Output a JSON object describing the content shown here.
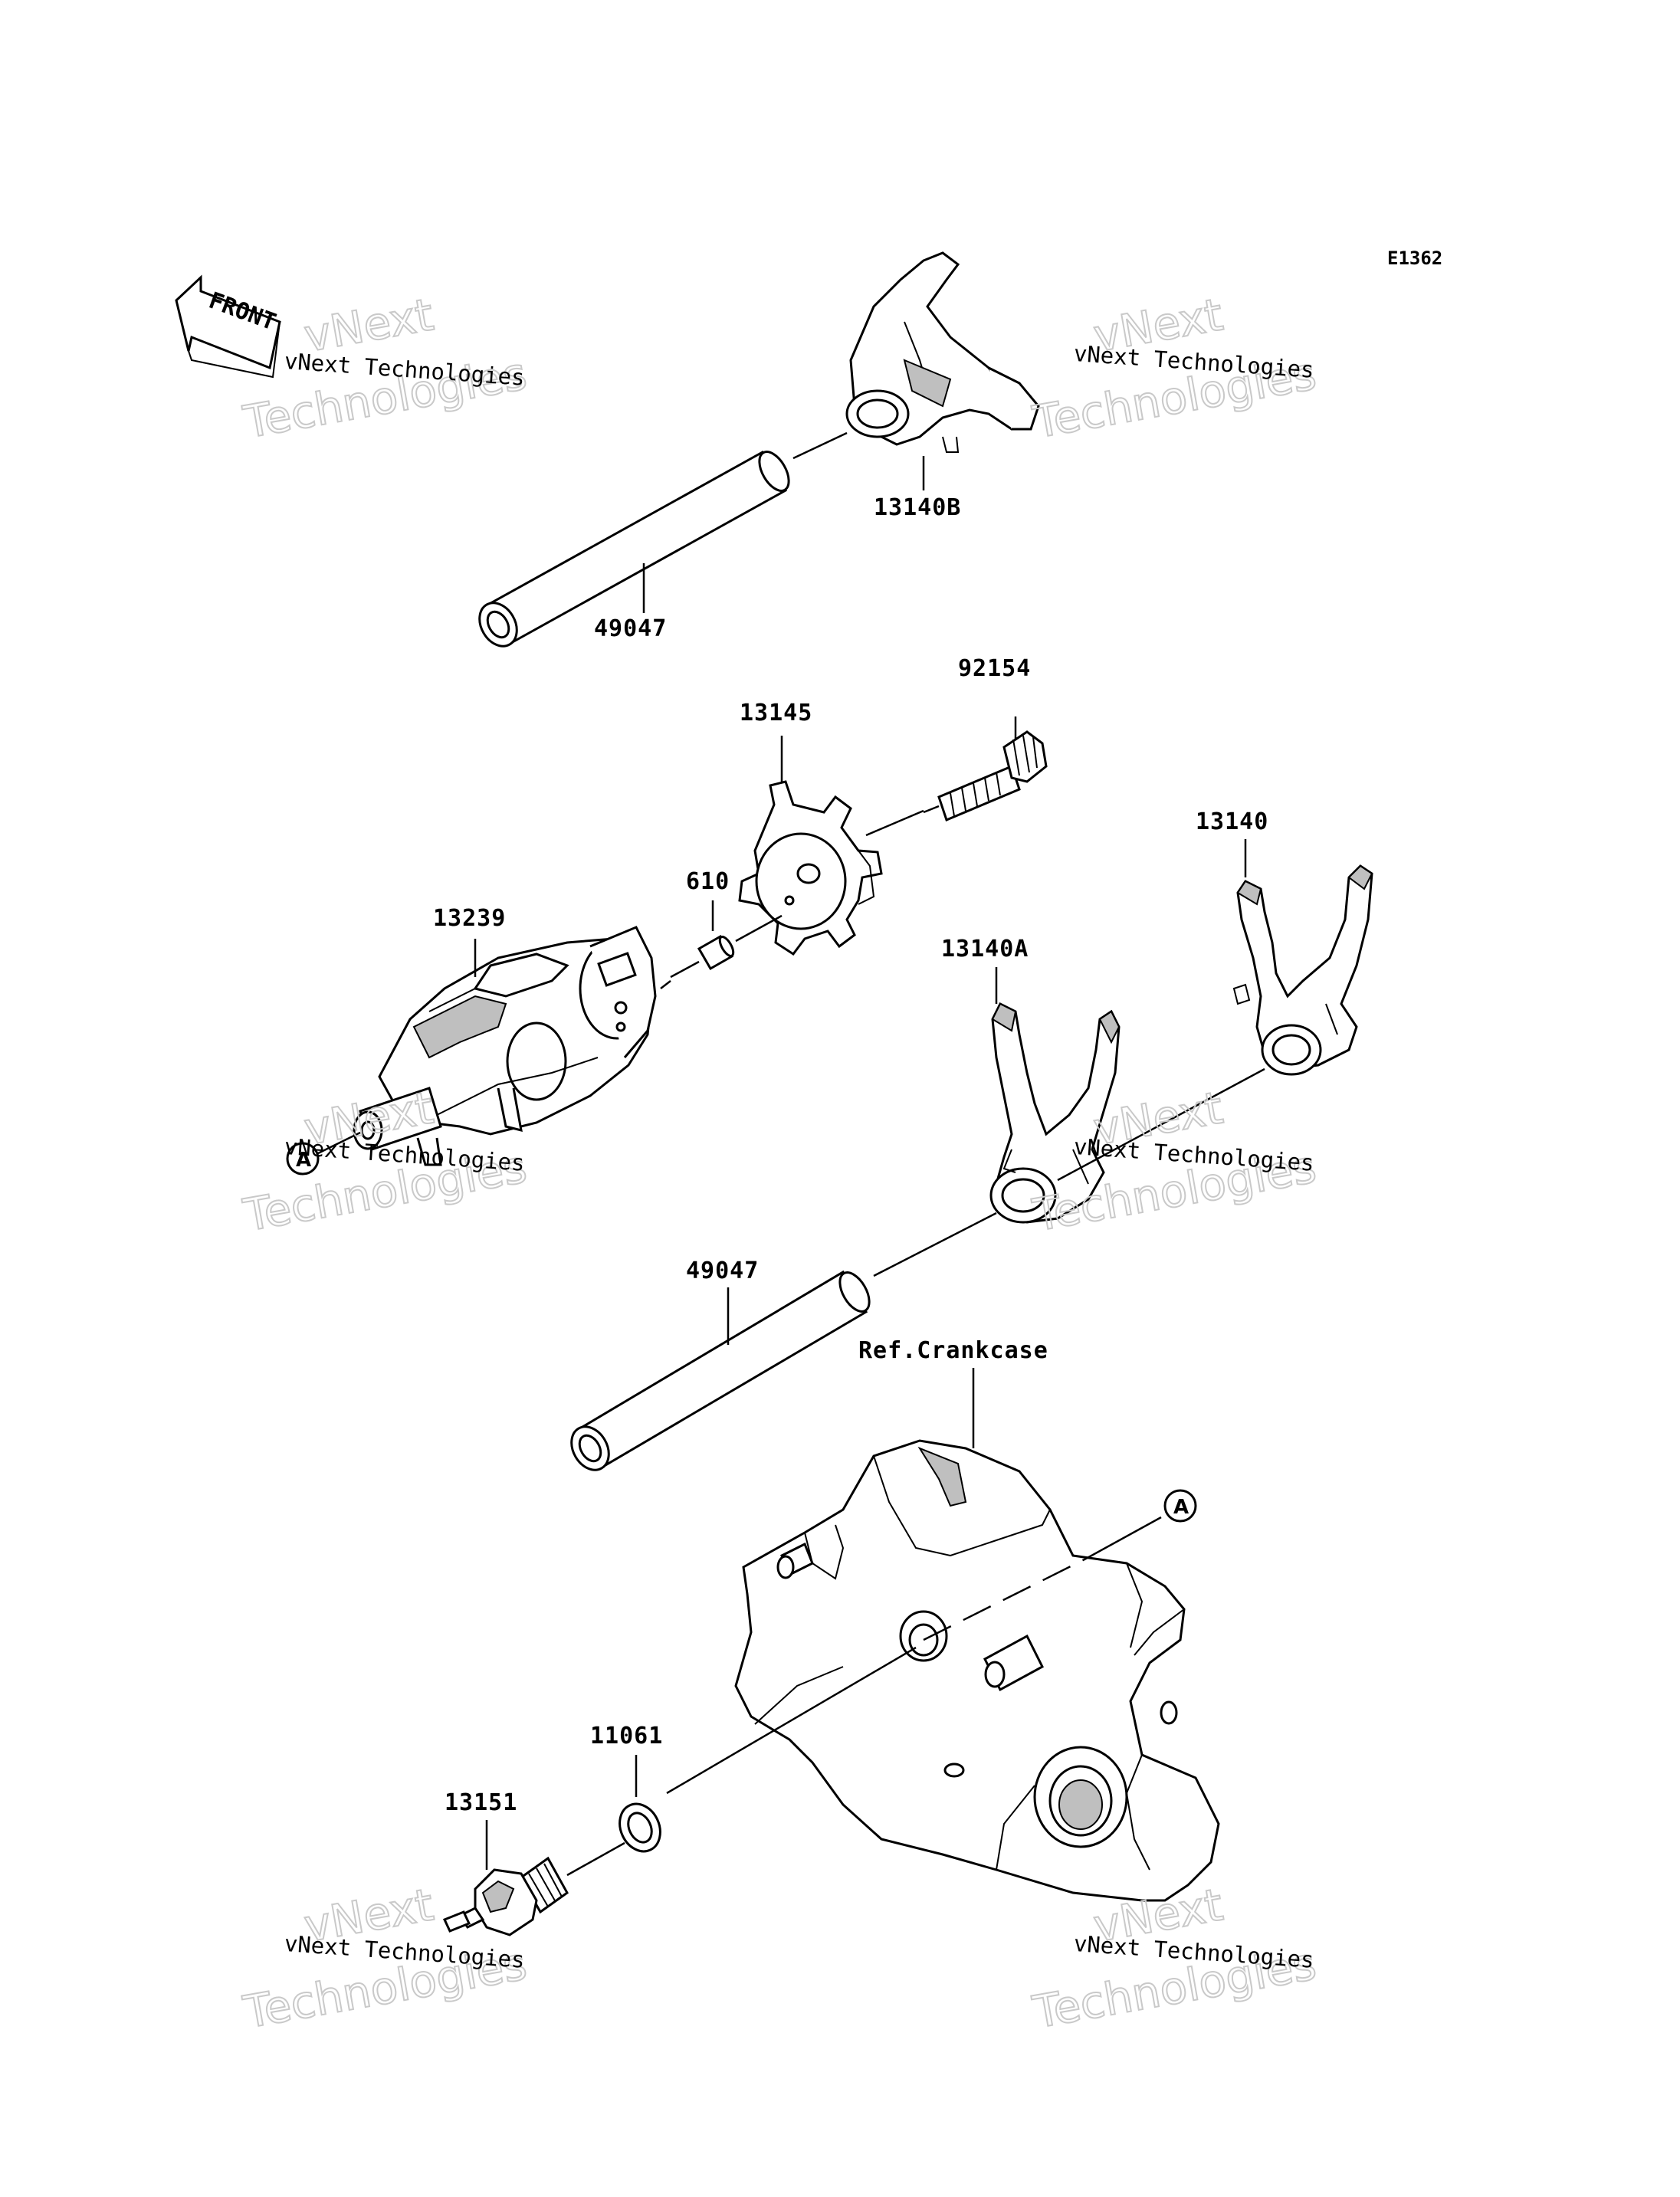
{
  "figure_code": "E1362",
  "front_arrow_label": "FRONT",
  "reference_label": "Ref.Crankcase",
  "callout_letter": "A",
  "watermark": {
    "small_text": "vNext Technologies",
    "big_line1": "vNext",
    "big_line2": "Technologies"
  },
  "parts": [
    {
      "id": "p-13140b",
      "number": "13140B"
    },
    {
      "id": "p-49047-top",
      "number": "49047"
    },
    {
      "id": "p-92154",
      "number": "92154"
    },
    {
      "id": "p-13145",
      "number": "13145"
    },
    {
      "id": "p-610",
      "number": "610"
    },
    {
      "id": "p-13239",
      "number": "13239"
    },
    {
      "id": "p-13140",
      "number": "13140"
    },
    {
      "id": "p-13140a",
      "number": "13140A"
    },
    {
      "id": "p-49047-bottom",
      "number": "49047"
    },
    {
      "id": "p-11061",
      "number": "11061"
    },
    {
      "id": "p-13151",
      "number": "13151"
    }
  ],
  "colors": {
    "line": "#000000",
    "shade": "#bfbfbf",
    "watermark": "#c9c9c9"
  }
}
